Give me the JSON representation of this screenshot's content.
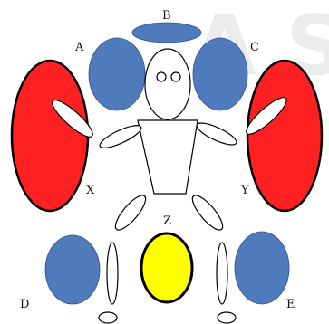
{
  "watermark": "A S",
  "labels": {
    "a": "A",
    "b": "B",
    "c": "C",
    "d": "D",
    "e": "E",
    "x": "X",
    "y": "Y",
    "z": "Z"
  },
  "colors": {
    "blue": "#4f7bbd",
    "blue_edge": "#2f4f8a",
    "red": "#ff2121",
    "yellow": "#ffff00",
    "outline": "#000000",
    "figure_fill": "#ffffff"
  }
}
